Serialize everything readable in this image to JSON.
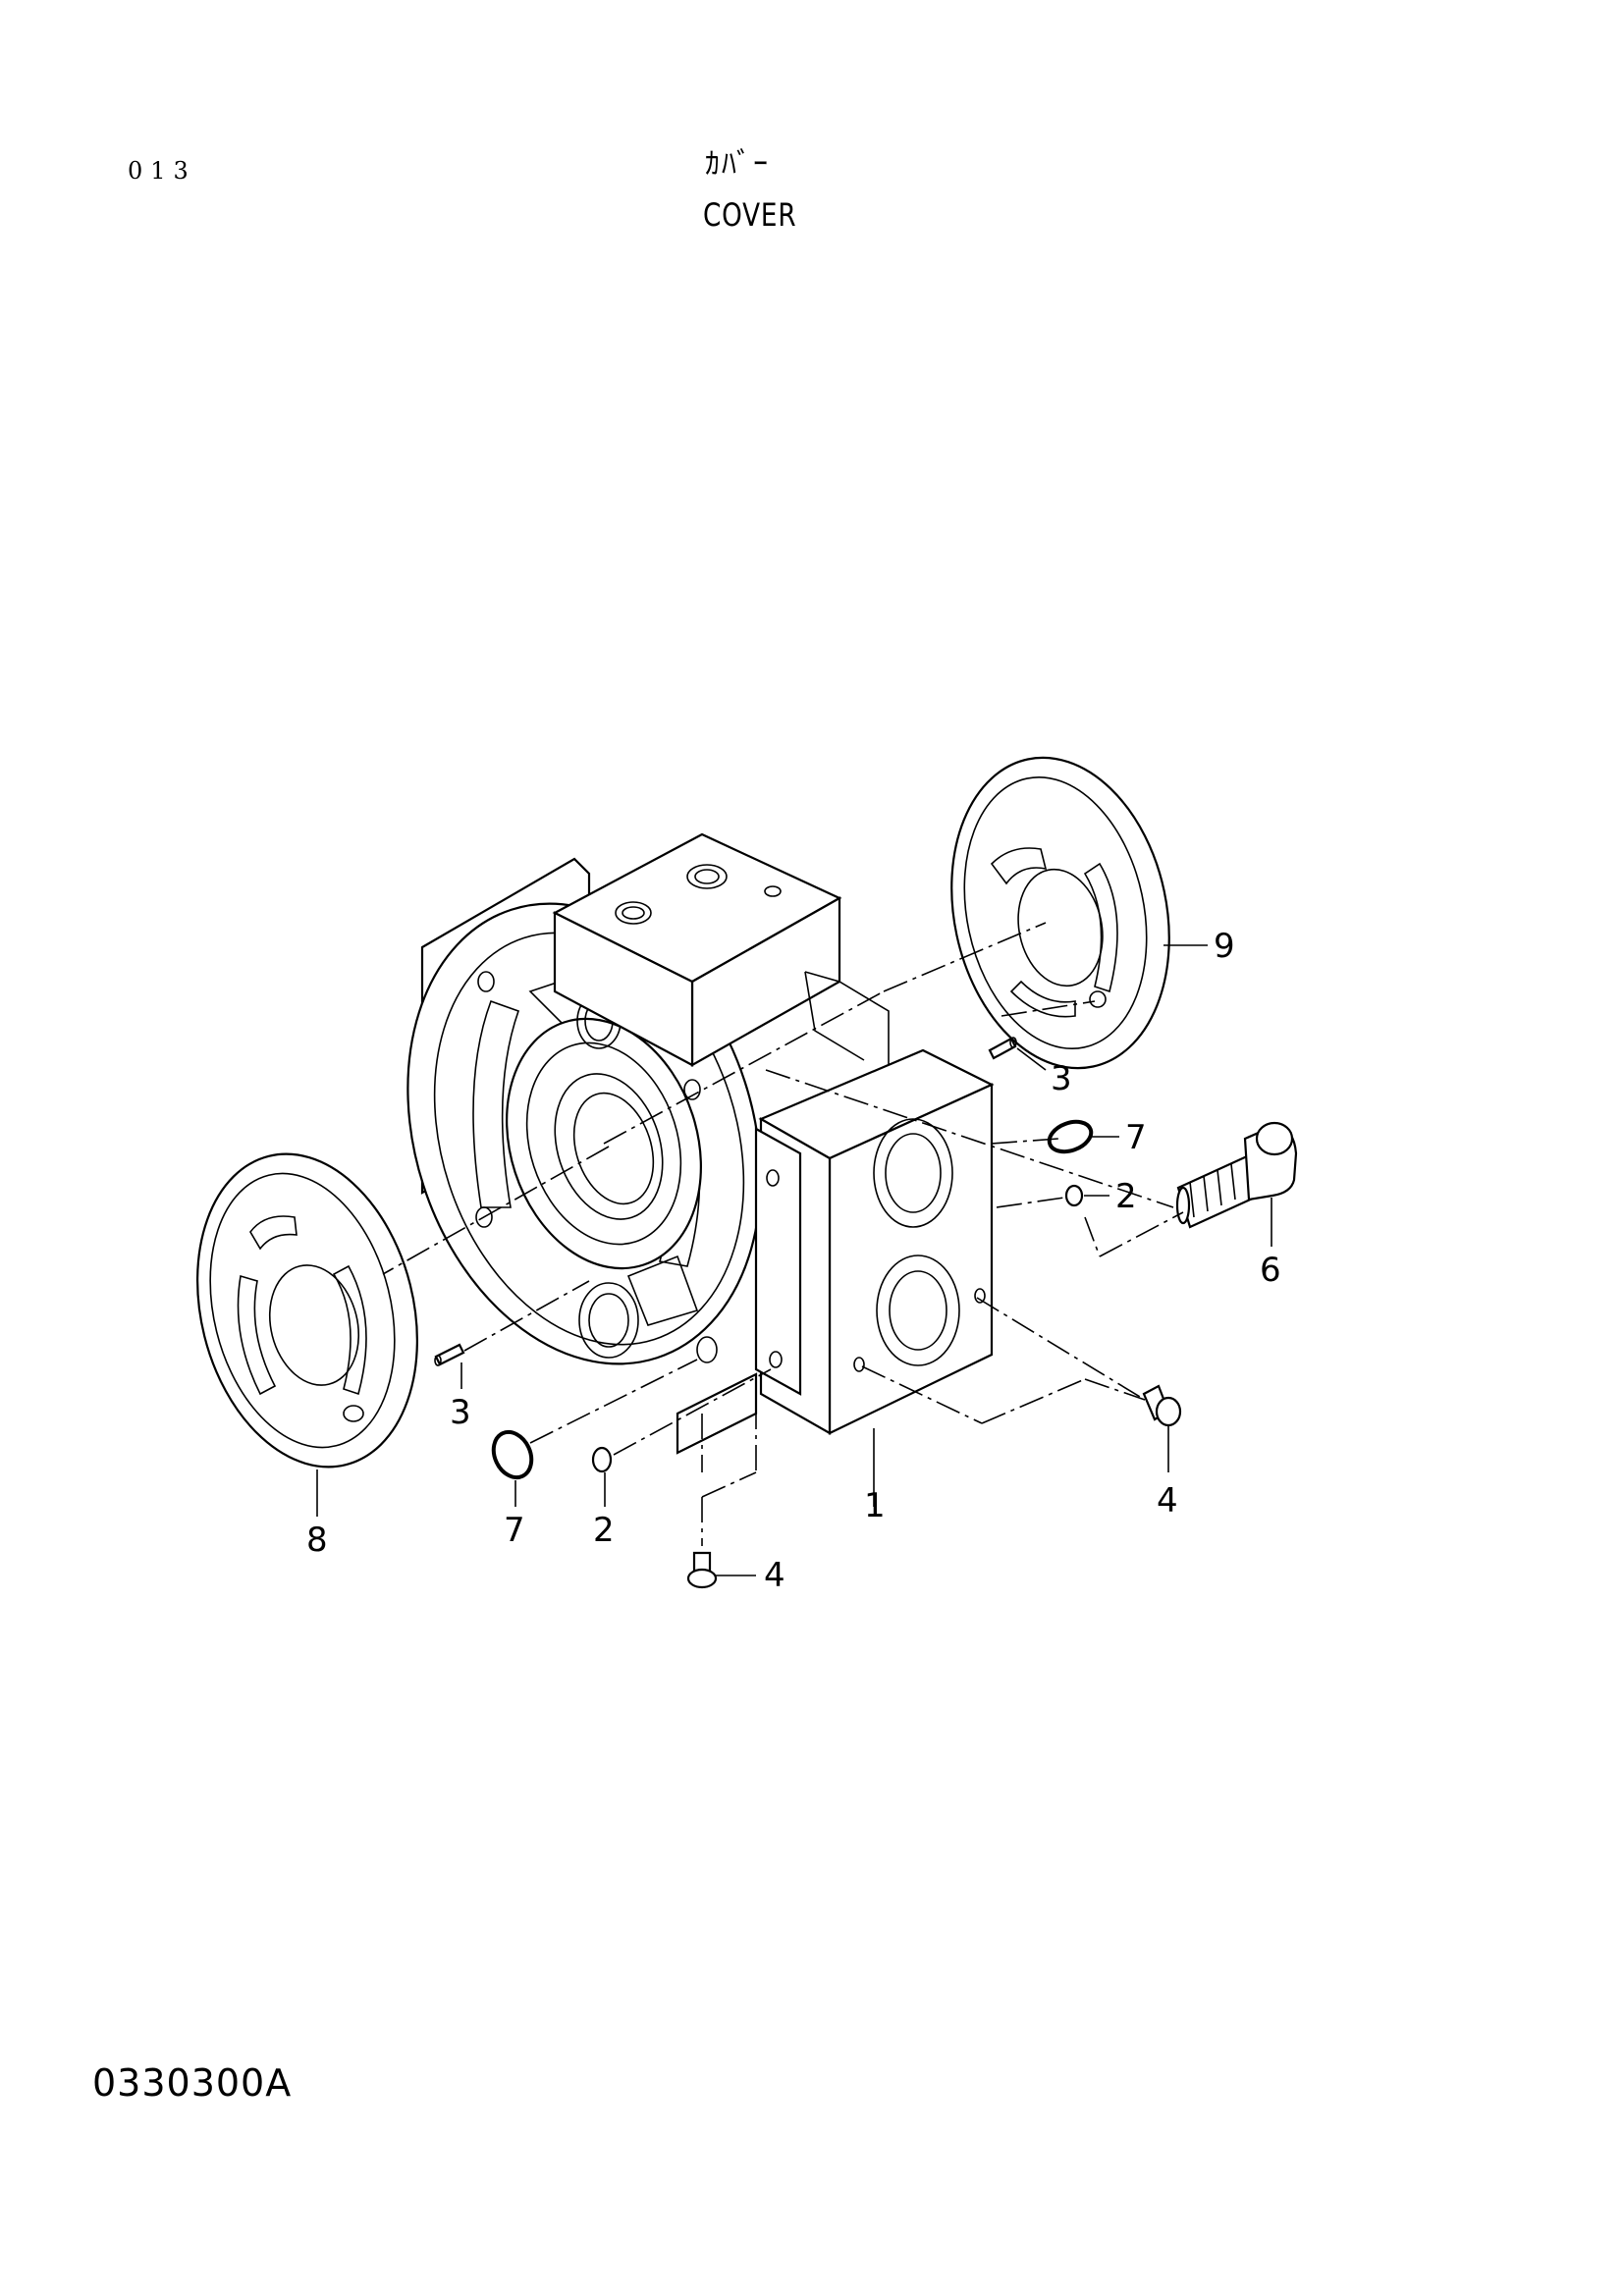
{
  "header": {
    "page_number": "013",
    "title_japanese": "ｶﾊﾞｰ",
    "title_english": "COVER"
  },
  "footer": {
    "drawing_code": "0330300A"
  },
  "callouts": [
    {
      "id": "c1",
      "label": "1"
    },
    {
      "id": "c2a",
      "label": "2"
    },
    {
      "id": "c2b",
      "label": "2"
    },
    {
      "id": "c3a",
      "label": "3"
    },
    {
      "id": "c3b",
      "label": "3"
    },
    {
      "id": "c4a",
      "label": "4"
    },
    {
      "id": "c4b",
      "label": "4"
    },
    {
      "id": "c6",
      "label": "6"
    },
    {
      "id": "c7a",
      "label": "7"
    },
    {
      "id": "c7b",
      "label": "7"
    },
    {
      "id": "c8",
      "label": "8"
    },
    {
      "id": "c9",
      "label": "9"
    }
  ]
}
